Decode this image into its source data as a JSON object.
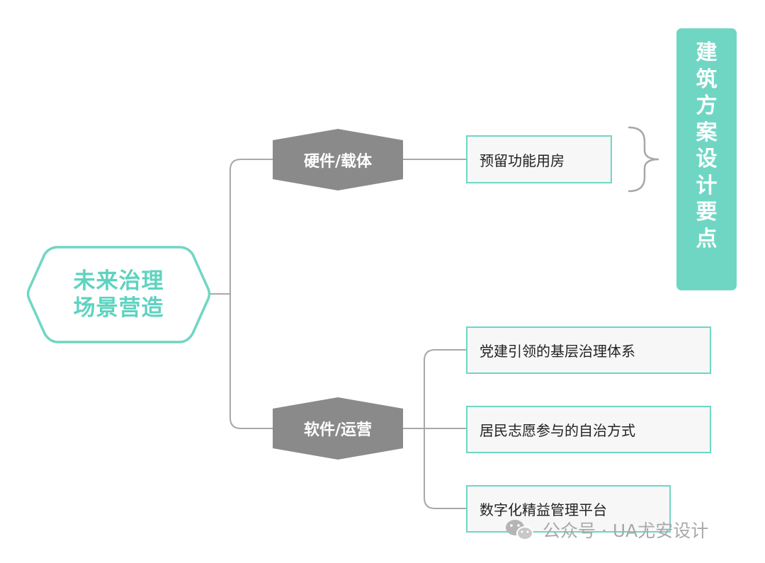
{
  "colors": {
    "accent": "#6fd6c4",
    "hexagon_fill": "#8a8a8a",
    "connector": "#a8a8a8",
    "box_fill": "#f7f7f7",
    "text_dark": "#222222"
  },
  "root": {
    "line1": "未来治理",
    "line2": "场景营造"
  },
  "branches": {
    "hardware": {
      "label": "硬件/载体",
      "items": [
        "预留功能用房"
      ]
    },
    "software": {
      "label": "软件/运营",
      "items": [
        "党建引领的基层治理体系",
        "居民志愿参与的自治方式",
        "数字化精益管理平台"
      ]
    }
  },
  "banner": {
    "chars": [
      "建",
      "筑",
      "方",
      "案",
      "设",
      "计",
      "要",
      "点"
    ]
  },
  "watermark": {
    "icon": "wechat-icon",
    "text": "公众号 · UA尤安设计"
  }
}
